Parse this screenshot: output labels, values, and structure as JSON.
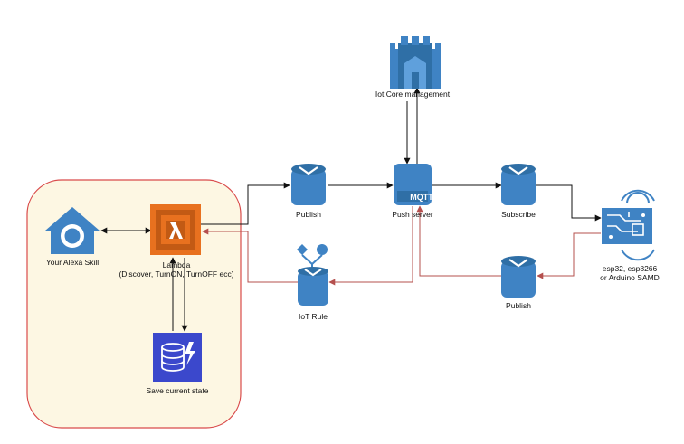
{
  "diagram": {
    "labels": {
      "iot_core": "Iot Core management",
      "publish_top": "Publish",
      "push_server": "Push server",
      "mqtt_badge": "MQTT",
      "subscribe": "Subscribe",
      "alexa_skill": "Your Alexa Skill",
      "lambda_line1": "Lambda",
      "lambda_line2": "(Discover, TurnON, TurnOFF ecc)",
      "iot_rule": "IoT Rule",
      "publish_bottom": "Publish",
      "device_line1": "esp32, esp8266",
      "device_line2": "or Arduino SAMD",
      "save_state": "Save current state"
    },
    "colors": {
      "region_fill": "#fdf7e3",
      "region_stroke": "#d94b4b",
      "aws_blue": "#3f83c4",
      "aws_blue_dark": "#2f6fa6",
      "lambda_orange": "#e8711f",
      "lambda_orange_dark": "#c25a14",
      "dynamo_blue": "#3b48cc",
      "flow_black": "#111111",
      "flow_red": "#b5504e"
    },
    "icons": {
      "iot_core": "iot-core-castle-icon",
      "topic": "sns-topic-bucket-icon",
      "push_server": "mqtt-server-icon",
      "alexa": "alexa-home-icon",
      "lambda": "lambda-icon",
      "iot_rule": "iot-rule-icon",
      "device": "microcontroller-board-icon",
      "dynamodb": "dynamodb-icon"
    }
  }
}
